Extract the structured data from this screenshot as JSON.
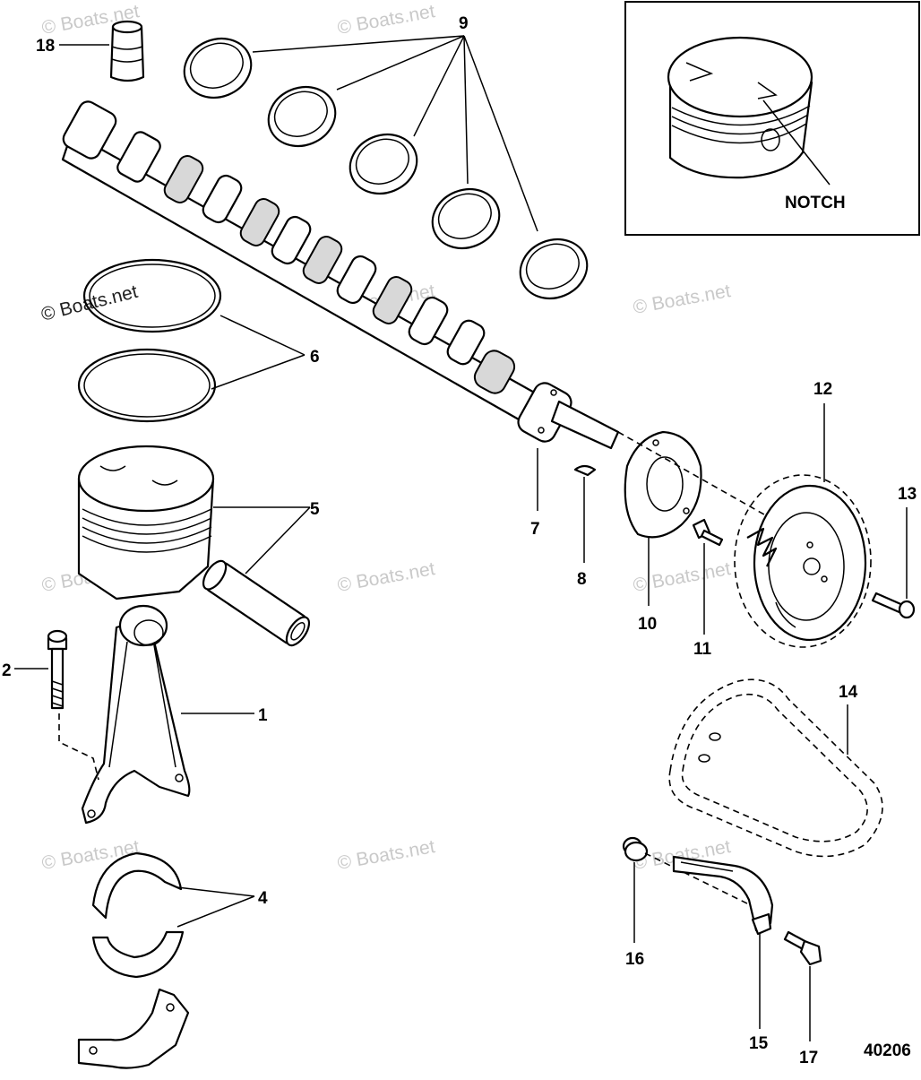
{
  "diagram_id": "40206",
  "inset_label": "NOTCH",
  "watermark": "© Boats.net",
  "callouts": {
    "c1": "1",
    "c2": "2",
    "c4": "4",
    "c5": "5",
    "c6": "6",
    "c7": "7",
    "c8": "8",
    "c9": "9",
    "c10": "10",
    "c11": "11",
    "c12": "12",
    "c13": "13",
    "c14": "14",
    "c15": "15",
    "c16": "16",
    "c17": "17",
    "c18": "18"
  }
}
